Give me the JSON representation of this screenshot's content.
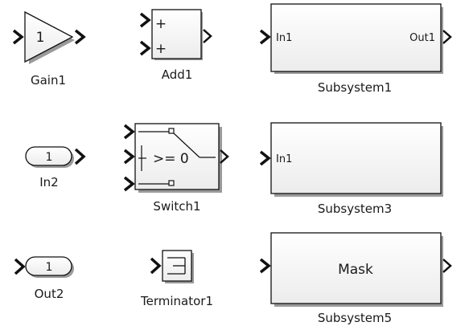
{
  "blocks": {
    "gain1": {
      "caption": "Gain1",
      "value": "1"
    },
    "add1": {
      "caption": "Add1",
      "sign1": "+",
      "sign2": "+"
    },
    "subsystem1": {
      "caption": "Subsystem1",
      "in_label": "In1",
      "out_label": "Out1"
    },
    "in2": {
      "caption": "In2",
      "value": "1"
    },
    "switch1": {
      "caption": "Switch1",
      "criteria": ">= 0"
    },
    "subsystem3": {
      "caption": "Subsystem3",
      "in_label": "In1"
    },
    "out2": {
      "caption": "Out2",
      "value": "1"
    },
    "terminator1": {
      "caption": "Terminator1"
    },
    "subsystem5": {
      "caption": "Subsystem5",
      "mask_label": "Mask"
    }
  },
  "colors": {
    "block_fill_top": "#ffffff",
    "block_fill_bottom": "#eeeeee",
    "stroke": "#111111",
    "shadow": "#9a9a9a"
  }
}
